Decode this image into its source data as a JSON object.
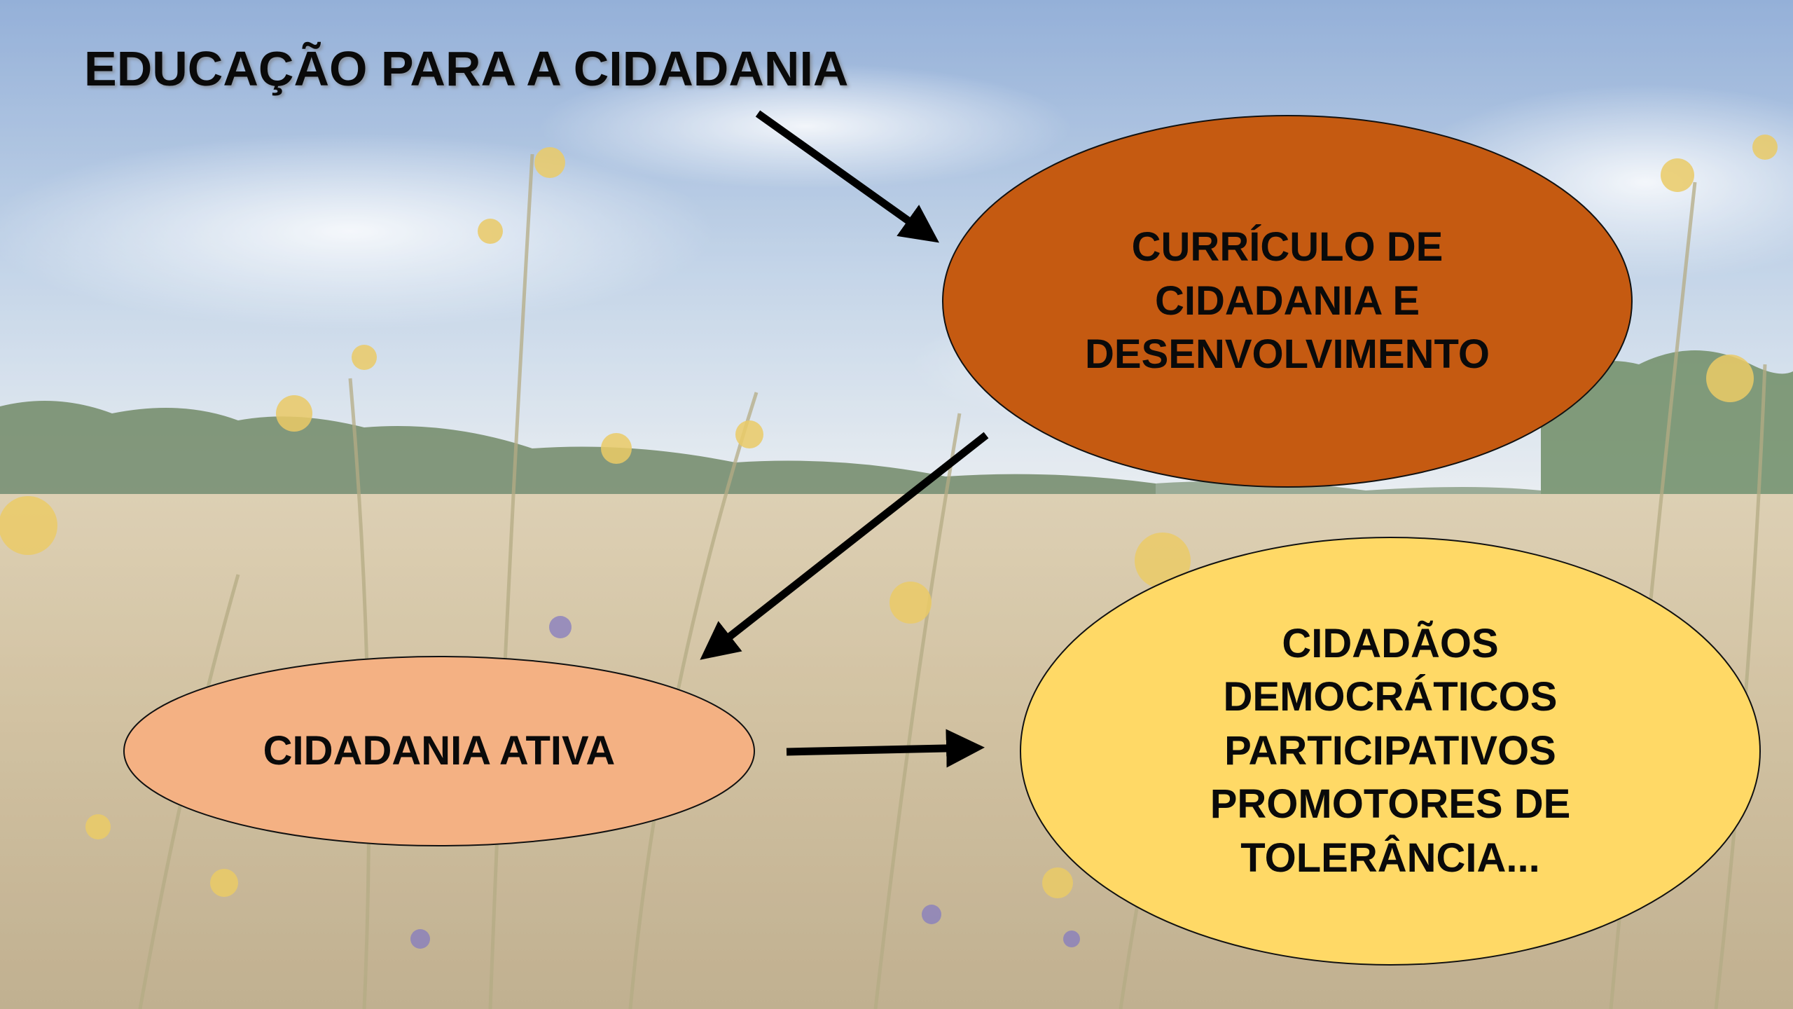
{
  "slide": {
    "title": "EDUCAÇÃO PARA A CIDADANIA"
  },
  "nodes": {
    "curriculo": {
      "lines": [
        "CURRÍCULO DE",
        "CIDADANIA E",
        "DESENVOLVIMENTO"
      ],
      "fill": "#c55a11"
    },
    "cidadania_ativa": {
      "lines": [
        "CIDADANIA ATIVA"
      ],
      "fill": "#f4b183"
    },
    "cidadaos": {
      "lines": [
        "CIDADÃOS",
        "DEMOCRÁTICOS",
        "PARTICIPATIVOS",
        "PROMOTORES DE",
        "TOLERÂNCIA..."
      ],
      "fill": "#ffd966"
    }
  },
  "colors": {
    "sky_top": "#7d9fd0",
    "sky_bottom": "#dfe7f0",
    "field": "#c8b592",
    "trees": "#4f6d47",
    "flower": "#e8c04a",
    "arrow": "#000000"
  }
}
